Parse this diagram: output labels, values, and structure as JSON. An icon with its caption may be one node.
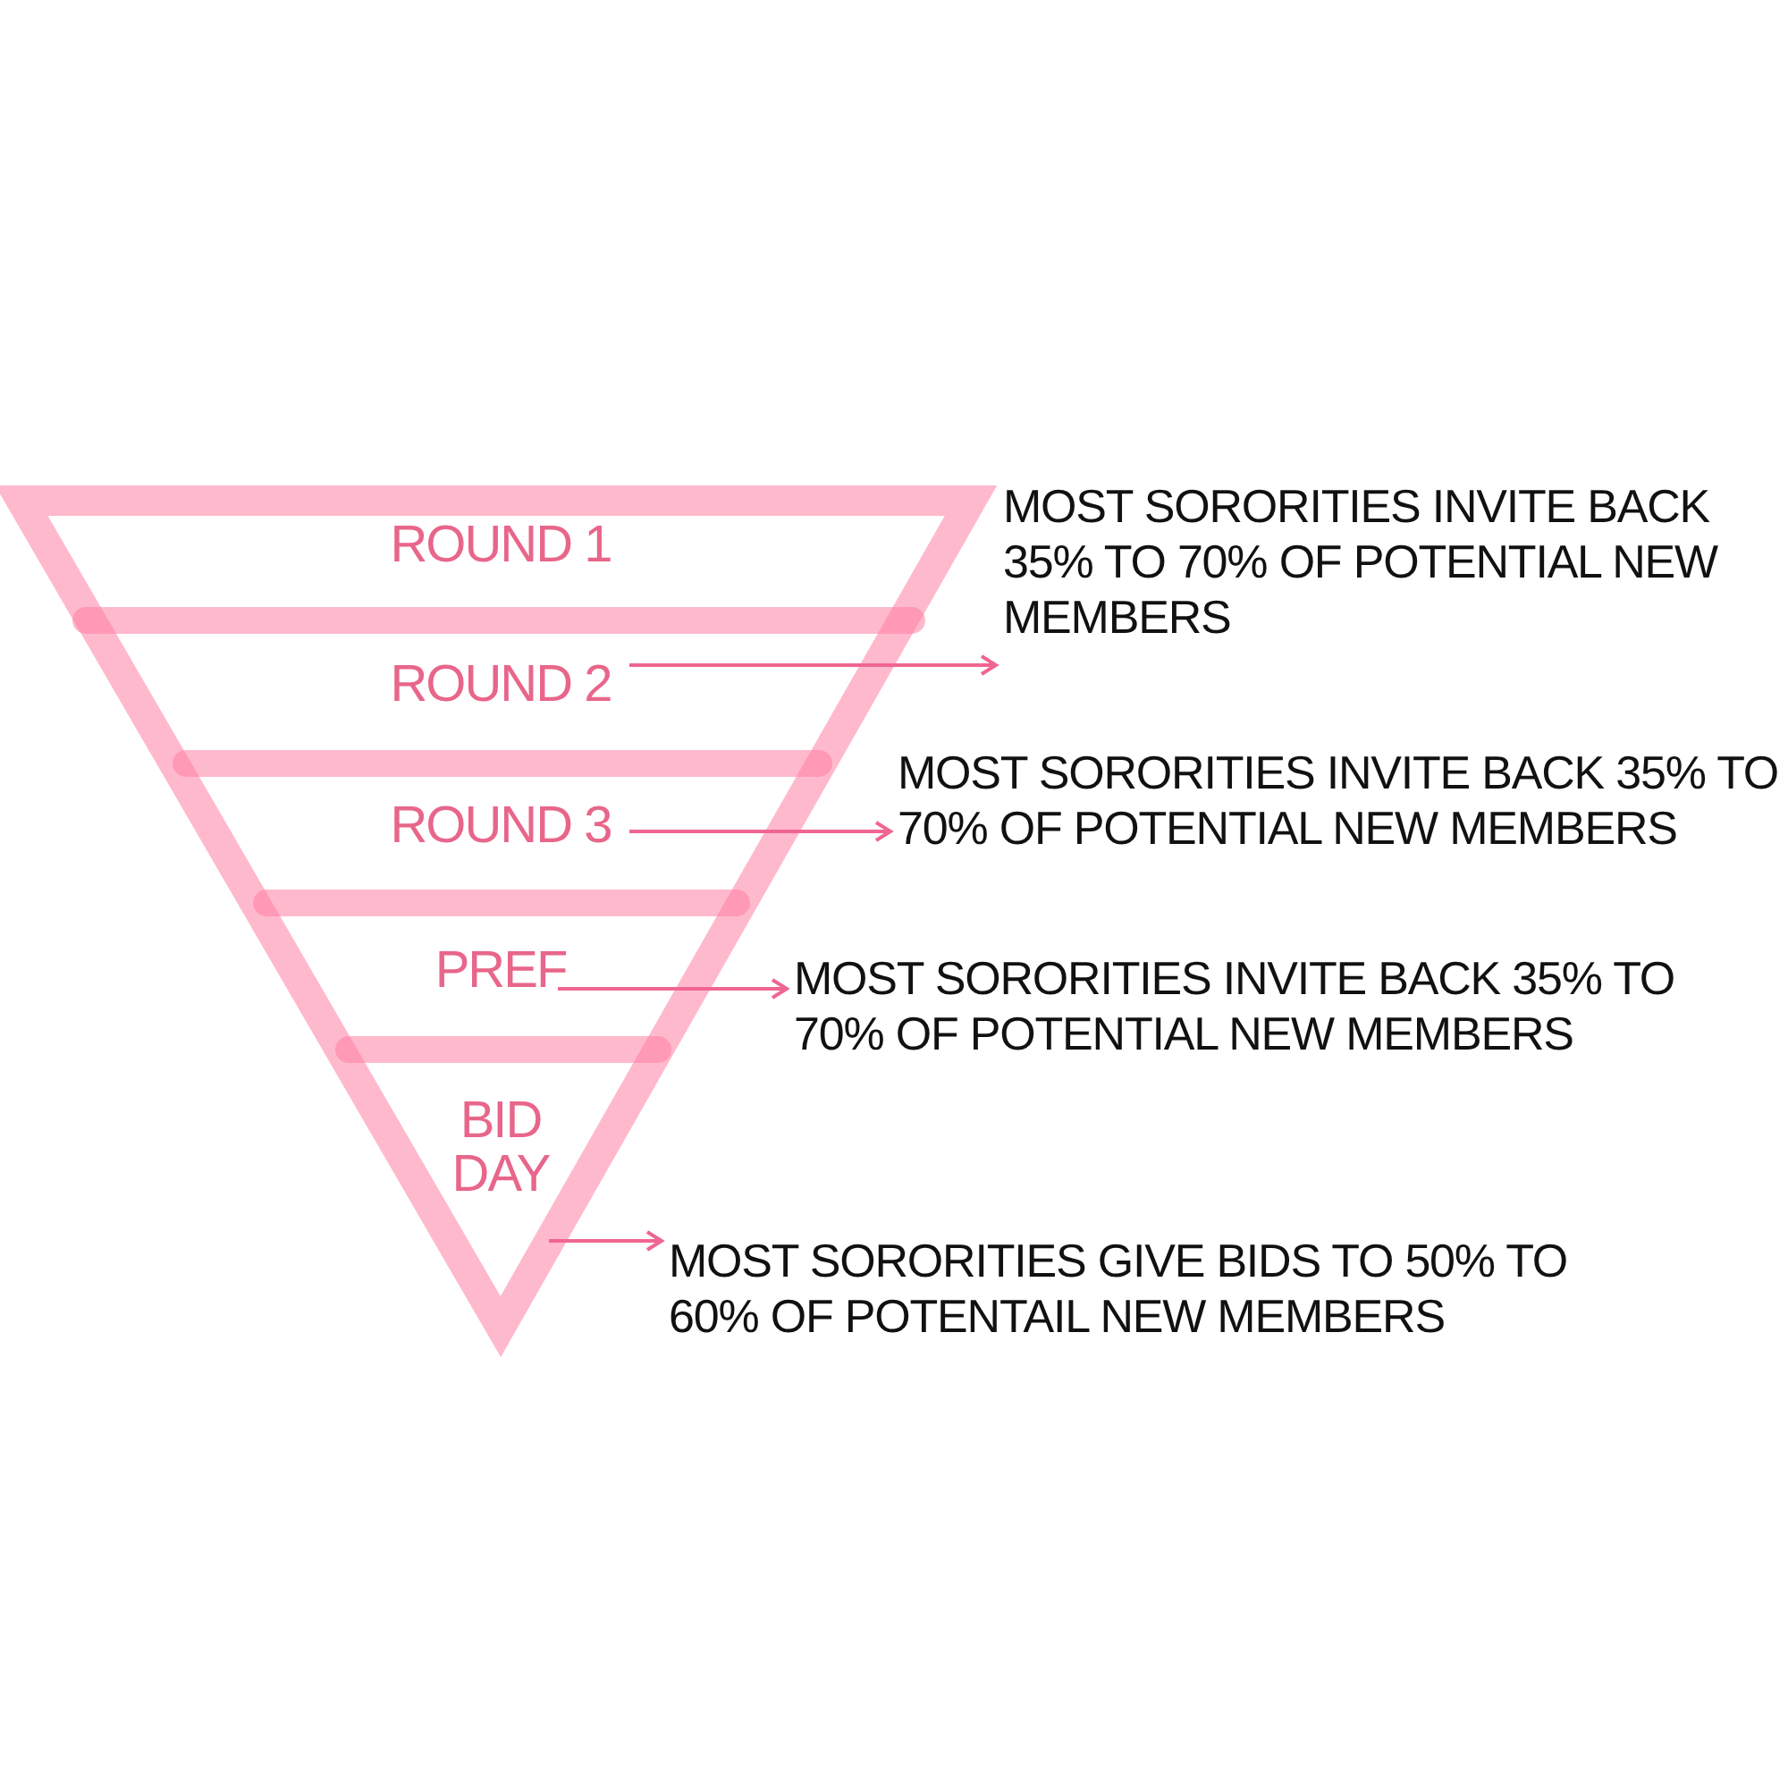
{
  "diagram": {
    "nodes": [
      {
        "text": [
          "ROUND 1"
        ]
      },
      {
        "text": [
          "ROUND 2"
        ]
      },
      {
        "text": [
          "ROUND 3"
        ]
      },
      {
        "text": [
          "PREF"
        ]
      },
      {
        "text": [
          "BID DAY"
        ]
      },
      {
        "text": [
          "MOST SORORITIES INVITE BACK 35% TO 70% OF POTENTIAL NEW MEMBERS"
        ]
      },
      {
        "text": [
          "MOST SORORITIES INVITE BACK 35% TO 70% OF POTENTIAL NEW MEMBERS"
        ]
      },
      {
        "text": [
          "MOST SORORITIES INVITE BACK 35% TO 70% OF POTENTIAL NEW MEMBERS"
        ]
      },
      {
        "text": [
          "MOST SORORITIES GIVE BIDS TO 50% TO 60% OF POTENTAIL NEW MEMBERS"
        ]
      }
    ],
    "edges": [
      {
        "from": 1,
        "to": 5,
        "arrow": "to"
      },
      {
        "from": 2,
        "to": 6,
        "arrow": "to"
      },
      {
        "from": 3,
        "to": 7,
        "arrow": "to"
      },
      {
        "from": 4,
        "to": 8,
        "arrow": "to"
      }
    ]
  }
}
